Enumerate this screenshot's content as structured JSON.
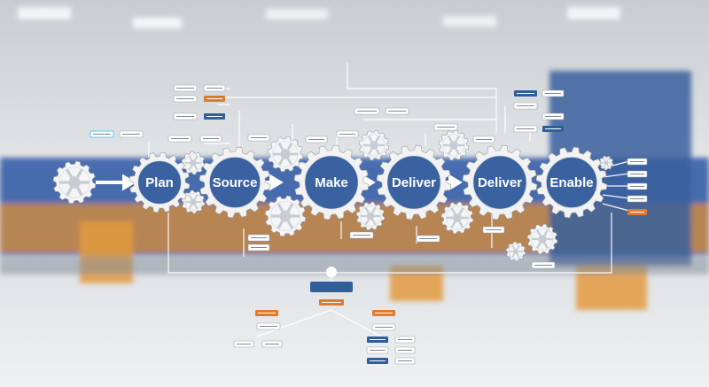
{
  "diagram": {
    "stages": [
      {
        "label": "Plan"
      },
      {
        "label": "Source"
      },
      {
        "label": "Make"
      },
      {
        "label": "Deliver"
      },
      {
        "label": "Deliver"
      },
      {
        "label": "Enable"
      }
    ],
    "hub_label": "",
    "colors": {
      "gear_fill": "#3b62a0",
      "gear_ring": "#f2f2f2",
      "connector": "#ffffff",
      "accent_orange": "#e07b2e",
      "accent_blue": "#2f5f9a",
      "highlight_cyan": "#5cc8f0"
    }
  }
}
